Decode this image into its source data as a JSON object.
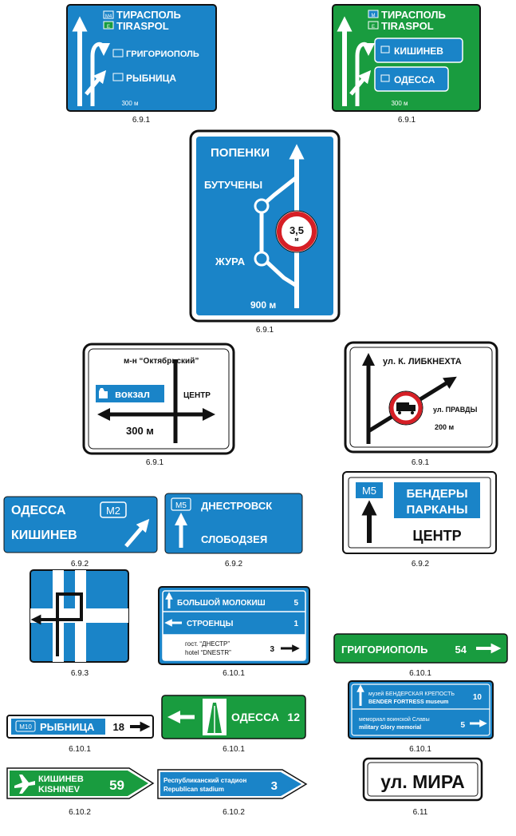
{
  "colors": {
    "blue": "#1a84c8",
    "green": "#199c3f",
    "black": "#111111",
    "white": "#ffffff",
    "red": "#d61f26"
  },
  "signs": [
    {
      "code": "6.9.1",
      "l1": "ТИРАСПОЛЬ",
      "l2": "TIRASPOL",
      "l3": "ГРИГОРИОПОЛЬ",
      "l4": "РЫБНИЦА",
      "dist": "300 м",
      "b1": "M4",
      "b2": "E"
    },
    {
      "code": "6.9.1",
      "l1": "ТИРАСПОЛЬ",
      "l2": "TIRASPOL",
      "l3": "КИШИНЕВ",
      "l4": "ОДЕССА",
      "dist": "300 м",
      "b1": "M",
      "b2": "E"
    },
    {
      "code": "6.9.1",
      "l1": "ПОПЕНКИ",
      "l2": "БУТУЧЕНЫ",
      "l3": "ЖУРА",
      "dist": "900 м",
      "limit": "3,5",
      "unit": "м"
    },
    {
      "code": "6.9.1",
      "l1": "м-н “Октябрьский”",
      "l2": "вокзал",
      "l3": "ЦЕНТР",
      "dist": "300 м"
    },
    {
      "code": "6.9.1",
      "l1": "ул. К. ЛИБКНЕХТА",
      "l2": "ул. ПРАВДЫ",
      "dist": "200 м"
    },
    {
      "code": "6.9.2",
      "l1": "ОДЕССА",
      "l2": "КИШИНЕВ",
      "road": "M2"
    },
    {
      "code": "6.9.2",
      "l1": "ДНЕСТРОВСК",
      "l2": "СЛОБОДЗЕЯ",
      "road": "M5"
    },
    {
      "code": "6.9.2",
      "l1": "БЕНДЕРЫ",
      "l2": "ПАРКАНЫ",
      "l3": "ЦЕНТР",
      "road": "M5"
    },
    {
      "code": "6.9.3"
    },
    {
      "code": "6.10.1",
      "l1": "БОЛЬШОЙ МОЛОКИШ",
      "n1": "5",
      "l2": "СТРОЕНЦЫ",
      "n2": "1",
      "l3": "гост. “ДНЕСТР”",
      "l4": "hotel “DNESTR”",
      "n3": "3"
    },
    {
      "code": "6.10.1",
      "l1": "ГРИГОРИОПОЛЬ",
      "n1": "54"
    },
    {
      "code": "6.10.1",
      "l1": "РЫБНИЦА",
      "n1": "18",
      "road": "M10"
    },
    {
      "code": "6.10.1",
      "l1": "ОДЕССА",
      "n1": "12"
    },
    {
      "code": "6.10.1",
      "l1": "музей БЕНДЕРСКАЯ КРЕПОСТЬ",
      "l2": "BENDER FORTRESS museum",
      "n1": "10",
      "l3": "мемориал воинской Славы",
      "l4": "military Glory memorial",
      "n2": "5"
    },
    {
      "code": "6.10.2",
      "l1": "КИШИНЕВ",
      "l2": "KISHINEV",
      "n1": "59"
    },
    {
      "code": "6.10.2",
      "l1": "Республиканский стадион",
      "l2": "Republican stadium",
      "n1": "3"
    },
    {
      "code": "6.11",
      "l1": "ул. МИРА"
    }
  ]
}
